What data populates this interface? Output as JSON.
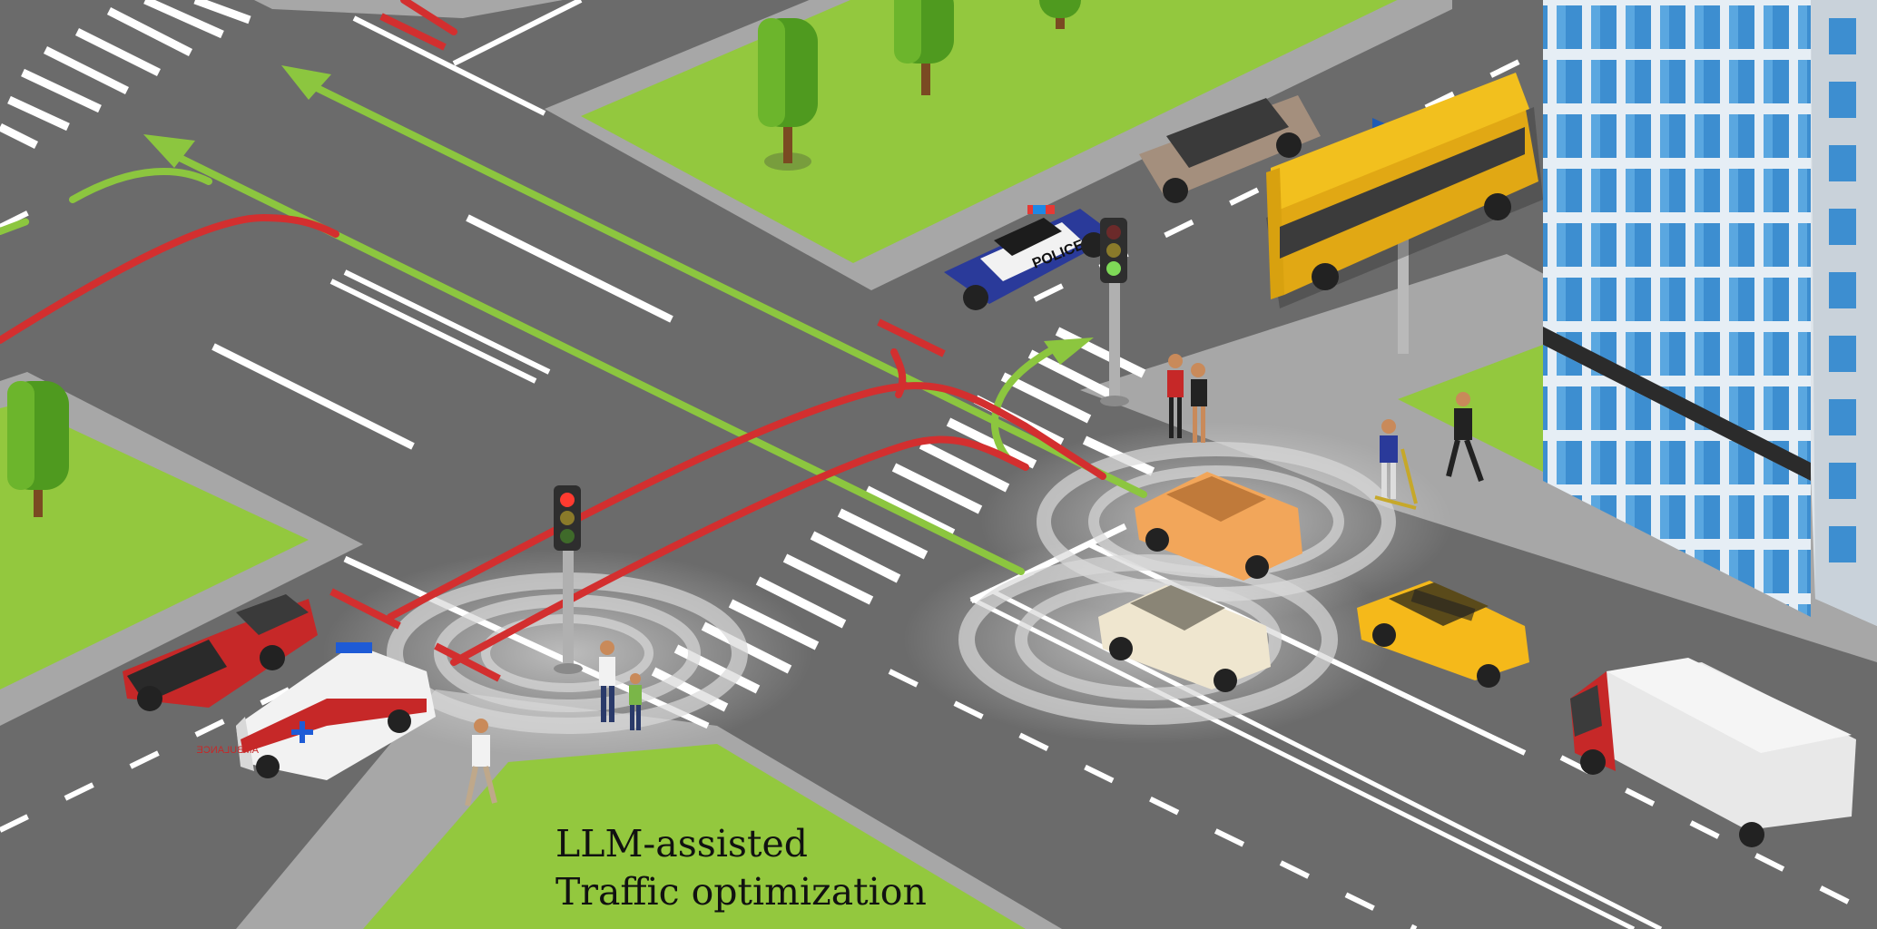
{
  "caption": {
    "line1": "LLM-assisted",
    "line2": "Traffic optimization"
  },
  "labels": {
    "police": "POLICE",
    "ambulance": "AMBULANCE"
  },
  "icons": {
    "bus_stop": "bus-icon",
    "medical": "star-of-life-icon"
  },
  "colors": {
    "grass": "#93c83e",
    "road": "#6b6b6b",
    "sidewalk": "#a6a6a6",
    "green_route": "#8cc63f",
    "red_route": "#d32f2f",
    "signal_ring": "#d9d9d9",
    "building_glass": "#3f8fcf",
    "bus": "#f2c01e",
    "taxi": "#f5b91a"
  }
}
